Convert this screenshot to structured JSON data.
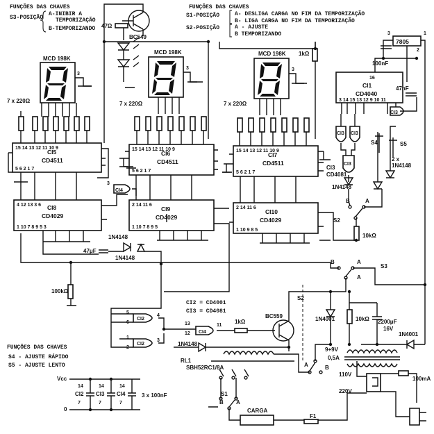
{
  "notes": {
    "s3_title": "FUNÇÕES DAS CHAVES",
    "s3_label": "S3-POSIÇÃO",
    "s3_a": "A-INIBIR A",
    "s3_a2": "TEMPORIZAÇÃO",
    "s3_b": "B-TEMPORIZANDO",
    "s1s2_title": "FUNÇÕES DAS CHAVES",
    "s1_label": "S1-POSIÇÃO",
    "s1_a": "A- DESLIGA CARGA NO FIM DA TEMPORIZAÇÃO",
    "s1_b": "B- LIGA CARGA NO FIM DA TEMPORIZAÇÃO",
    "s2_label": "S2-POSIÇÃO",
    "s2_a": "A - AJUSTE",
    "s2_b": "B  TEMPORIZANDO",
    "s4s5_title": "FUNÇÕES DAS CHAVES",
    "s4": "S4 - AJUSTE RÁPIDO",
    "s5": "S5 - AJUSTE LENTO",
    "ci2_eq": "CI2 = CD4001",
    "ci3_eq": "CI3 = CD4081"
  },
  "displays": [
    {
      "label": "MCD 198K",
      "digit": "8",
      "pin": "3"
    },
    {
      "label": "MCD 198K",
      "digit": "8",
      "pin": "3"
    },
    {
      "label": "MCD 198K",
      "digit": "8",
      "pin": "3"
    }
  ],
  "resistor_arrays": [
    "7 x 220Ω",
    "7 x 220Ω",
    "7 x 220Ω"
  ],
  "chips": {
    "ci5": {
      "name": "CI5",
      "part": "CD4511"
    },
    "ci6": {
      "name": "CI6",
      "part": "CD4511"
    },
    "ci7": {
      "name": "CI7",
      "part": "CD4511"
    },
    "ci8": {
      "name": "CI8",
      "part": "CD4029"
    },
    "ci9": {
      "name": "CI9",
      "part": "CD4029"
    },
    "ci10": {
      "name": "CI10",
      "part": "CD4029"
    },
    "ci1": {
      "name": "CI1",
      "part": "CD4040"
    },
    "reg": {
      "name": "7805"
    }
  },
  "components": {
    "r47": "47Ω",
    "q_bc549": "BC549",
    "r1k_top": "1kΩ",
    "c100n_top": "100nF",
    "c47n": "47nF",
    "ci3_top": "CI3",
    "ci3_mid": "CI3",
    "ci3_right": "CI3",
    "ci3_gate": "CI3",
    "cd4081": "CD4081",
    "s4": "S4",
    "s5": "S5",
    "d_2x": "2 x",
    "d_2x_part": "1N4148",
    "d_1n4148_mid": "1N4148",
    "ci4_top": "CI4",
    "d_1n4148_a": "1N4148",
    "d_1n4148_b": "1N4148",
    "c47u": "47μF",
    "r100k": "100kΩ",
    "r10k_mid": "10kΩ",
    "s2_top": "S2",
    "s2_low": "S2",
    "s3": "S3",
    "ci2_a": "CI2",
    "ci2_b": "CI2",
    "ci4_mid": "CI4",
    "r1k_mid": "1kΩ",
    "q_bc559": "BC559",
    "d_1n4148_low": "1N4148",
    "d_1n4001_a": "1N4001",
    "r10k_low": "10kΩ",
    "c2200": "2200μF",
    "c2200_v": "16V",
    "d_1n4001_b": "1N4001",
    "trafo_sec": "9+9V",
    "trafo_cur": "0,5A",
    "rl1": "RL1",
    "rl1_part": "SBH52RC1/8A",
    "s1": "S1",
    "v110": "110V",
    "v220": "220V",
    "i100m": "100mA",
    "carga": "CARGA",
    "f1": "F1",
    "vcc": "Vcc",
    "gnd0": "0",
    "caps_3x": "3 x 100nF",
    "ci2_pwr": "CI2",
    "ci3_pwr": "CI3",
    "ci4_pwr": "CI4",
    "pin14": "14",
    "pin7": "7",
    "sw_a": "A",
    "sw_b": "B"
  }
}
